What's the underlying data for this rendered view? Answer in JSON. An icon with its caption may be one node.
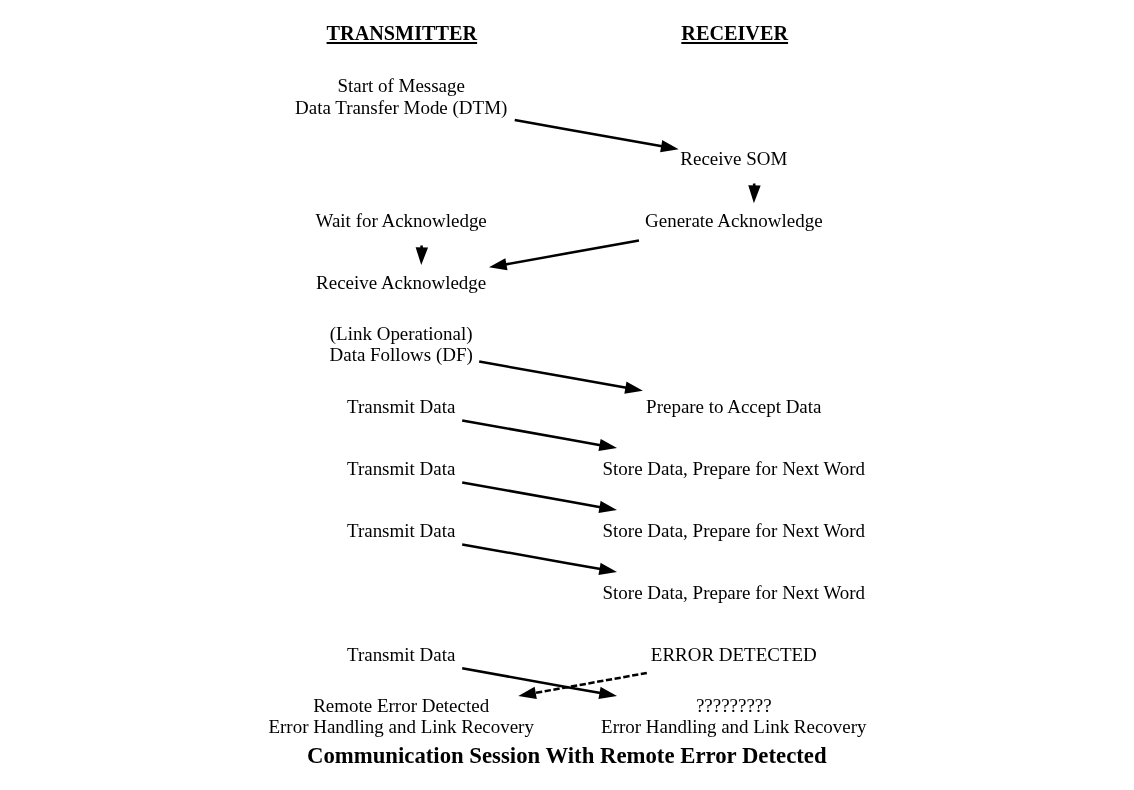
{
  "diagram": {
    "caption": "Communication Session With Remote Error Detected",
    "nodes": [
      {
        "text": [
          "Start of Message",
          "Data Transfer Mode (DTM)"
        ]
      },
      {
        "text": [
          "Wait for Acknowledge"
        ]
      },
      {
        "text": [
          "Receive SOM"
        ]
      },
      {
        "text": [
          "Generate Acknowledge"
        ]
      },
      {
        "text": [
          "Receive Acknowledge"
        ]
      },
      {
        "text": [
          "(Link Operational)",
          "Data Follows (DF)"
        ]
      },
      {
        "text": [
          "Transmit Data"
        ]
      },
      {
        "text": [
          "Prepare to Accept Data"
        ]
      },
      {
        "text": [
          "Transmit Data"
        ]
      },
      {
        "text": [
          "Store Data, Prepare for Next Word"
        ]
      },
      {
        "text": [
          "Transmit Data"
        ]
      },
      {
        "text": [
          "Store Data, Prepare for Next Word"
        ]
      },
      {
        "text": [
          "Transmit Data"
        ]
      },
      {
        "text": [
          "Store Data, Prepare for Next Word"
        ]
      },
      {
        "text": [
          "ERROR DETECTED"
        ]
      },
      {
        "text": [
          "?????????",
          "Error Handling and Link Recovery"
        ]
      },
      {
        "text": [
          "Remote Error Detected",
          "Error Handling and Link Recovery"
        ]
      }
    ],
    "edges": [
      {
        "from": 0,
        "to": 2,
        "arrow": "to"
      },
      {
        "from": 1,
        "to": 4,
        "arrow": "to"
      },
      {
        "from": 2,
        "to": 3,
        "arrow": "to"
      },
      {
        "from": 3,
        "to": 4,
        "arrow": "to"
      },
      {
        "from": 5,
        "to": 7,
        "arrow": "to"
      },
      {
        "from": 6,
        "to": 9,
        "arrow": "to"
      },
      {
        "from": 8,
        "to": 11,
        "arrow": "to"
      },
      {
        "from": 10,
        "to": 13,
        "arrow": "to"
      },
      {
        "from": 12,
        "to": 15,
        "arrow": "to"
      },
      {
        "from": 14,
        "to": 16,
        "arrow": "to",
        "style": "dashed"
      }
    ],
    "labels": [
      "TRANSMITTER",
      "RECEIVER"
    ]
  }
}
